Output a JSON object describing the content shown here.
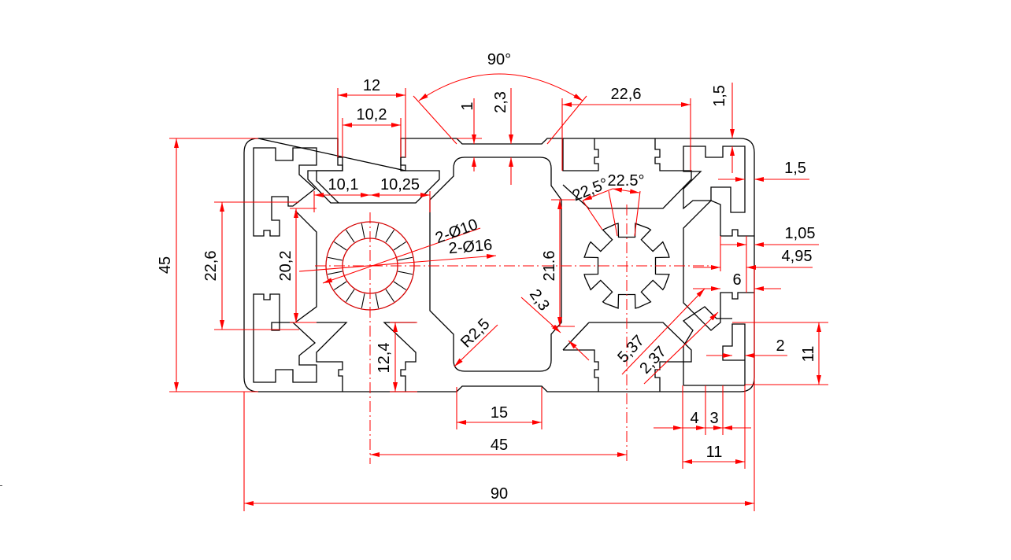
{
  "drawing": {
    "title": "Aluminium extrusion profile 45x90 cross-section",
    "colors": {
      "outline": "#000000",
      "dimension": "#ff0000",
      "text": "#000000",
      "background": "#ffffff"
    },
    "dimensions": {
      "top_angle": "90°",
      "slot_outer_width": "12",
      "slot_inner_width": "10,2",
      "top_wall_1": "1",
      "top_wall_2": "2,3",
      "top_right_span": "22,6",
      "corner_top_wall": "1,5",
      "corner_side_wall": "1,5",
      "left_half_groove": "10,1",
      "right_half_groove": "10,25",
      "angle_left": "22,5°",
      "angle_right": "22.5°",
      "hole_small": "2-Ø10",
      "hole_large": "2-Ø16",
      "overall_height": "45",
      "slot_opening_left": "22,6",
      "inner_height_left": "20,2",
      "core_height": "21.6",
      "web_thickness": "2,3",
      "fillet_radius": "R2,5",
      "slot_depth": "12,4",
      "bottom_slot": "15",
      "center_distance": "45",
      "overall_width": "90",
      "side_1_05": "1,05",
      "side_4_95": "4,95",
      "side_6": "6",
      "diag_5_37": "5,37",
      "diag_2_37": "2,37",
      "side_2": "2",
      "corner_11_v": "11",
      "bottom_4": "4",
      "bottom_3": "3",
      "corner_11_h": "11"
    }
  }
}
